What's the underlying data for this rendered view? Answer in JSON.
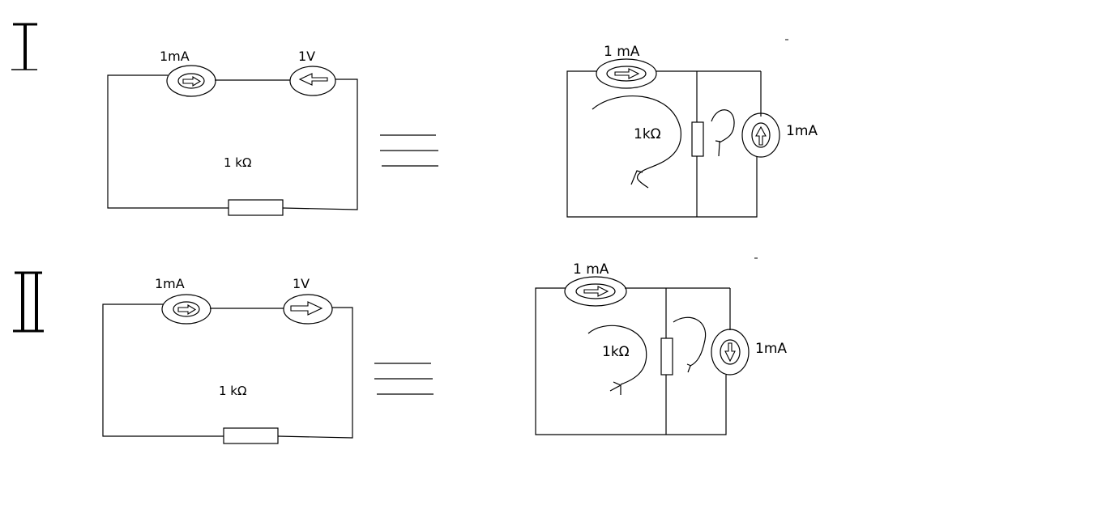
{
  "diagram": {
    "row1": {
      "numeral": "I",
      "left": {
        "current_source_label": "1mA",
        "voltage_source_label": "1V",
        "resistor_label": "1 kΩ",
        "current_source_arrow": "right",
        "voltage_source_arrow": "left"
      },
      "right": {
        "current_source_top_label": "1 mA",
        "resistor_label": "1kΩ",
        "current_source_side_label": "1mA",
        "current_source_top_arrow": "right",
        "current_source_side_arrow": "up"
      }
    },
    "row2": {
      "numeral": "II",
      "left": {
        "current_source_label": "1mA",
        "voltage_source_label": "1V",
        "resistor_label": "1 kΩ",
        "current_source_arrow": "right",
        "voltage_source_arrow": "right"
      },
      "right": {
        "current_source_top_label": "1 mA",
        "resistor_label": "1kΩ",
        "current_source_side_label": "1mA",
        "current_source_top_arrow": "right",
        "current_source_side_arrow": "down"
      }
    },
    "equivalence_symbol": "equivalent-lines-icon"
  }
}
